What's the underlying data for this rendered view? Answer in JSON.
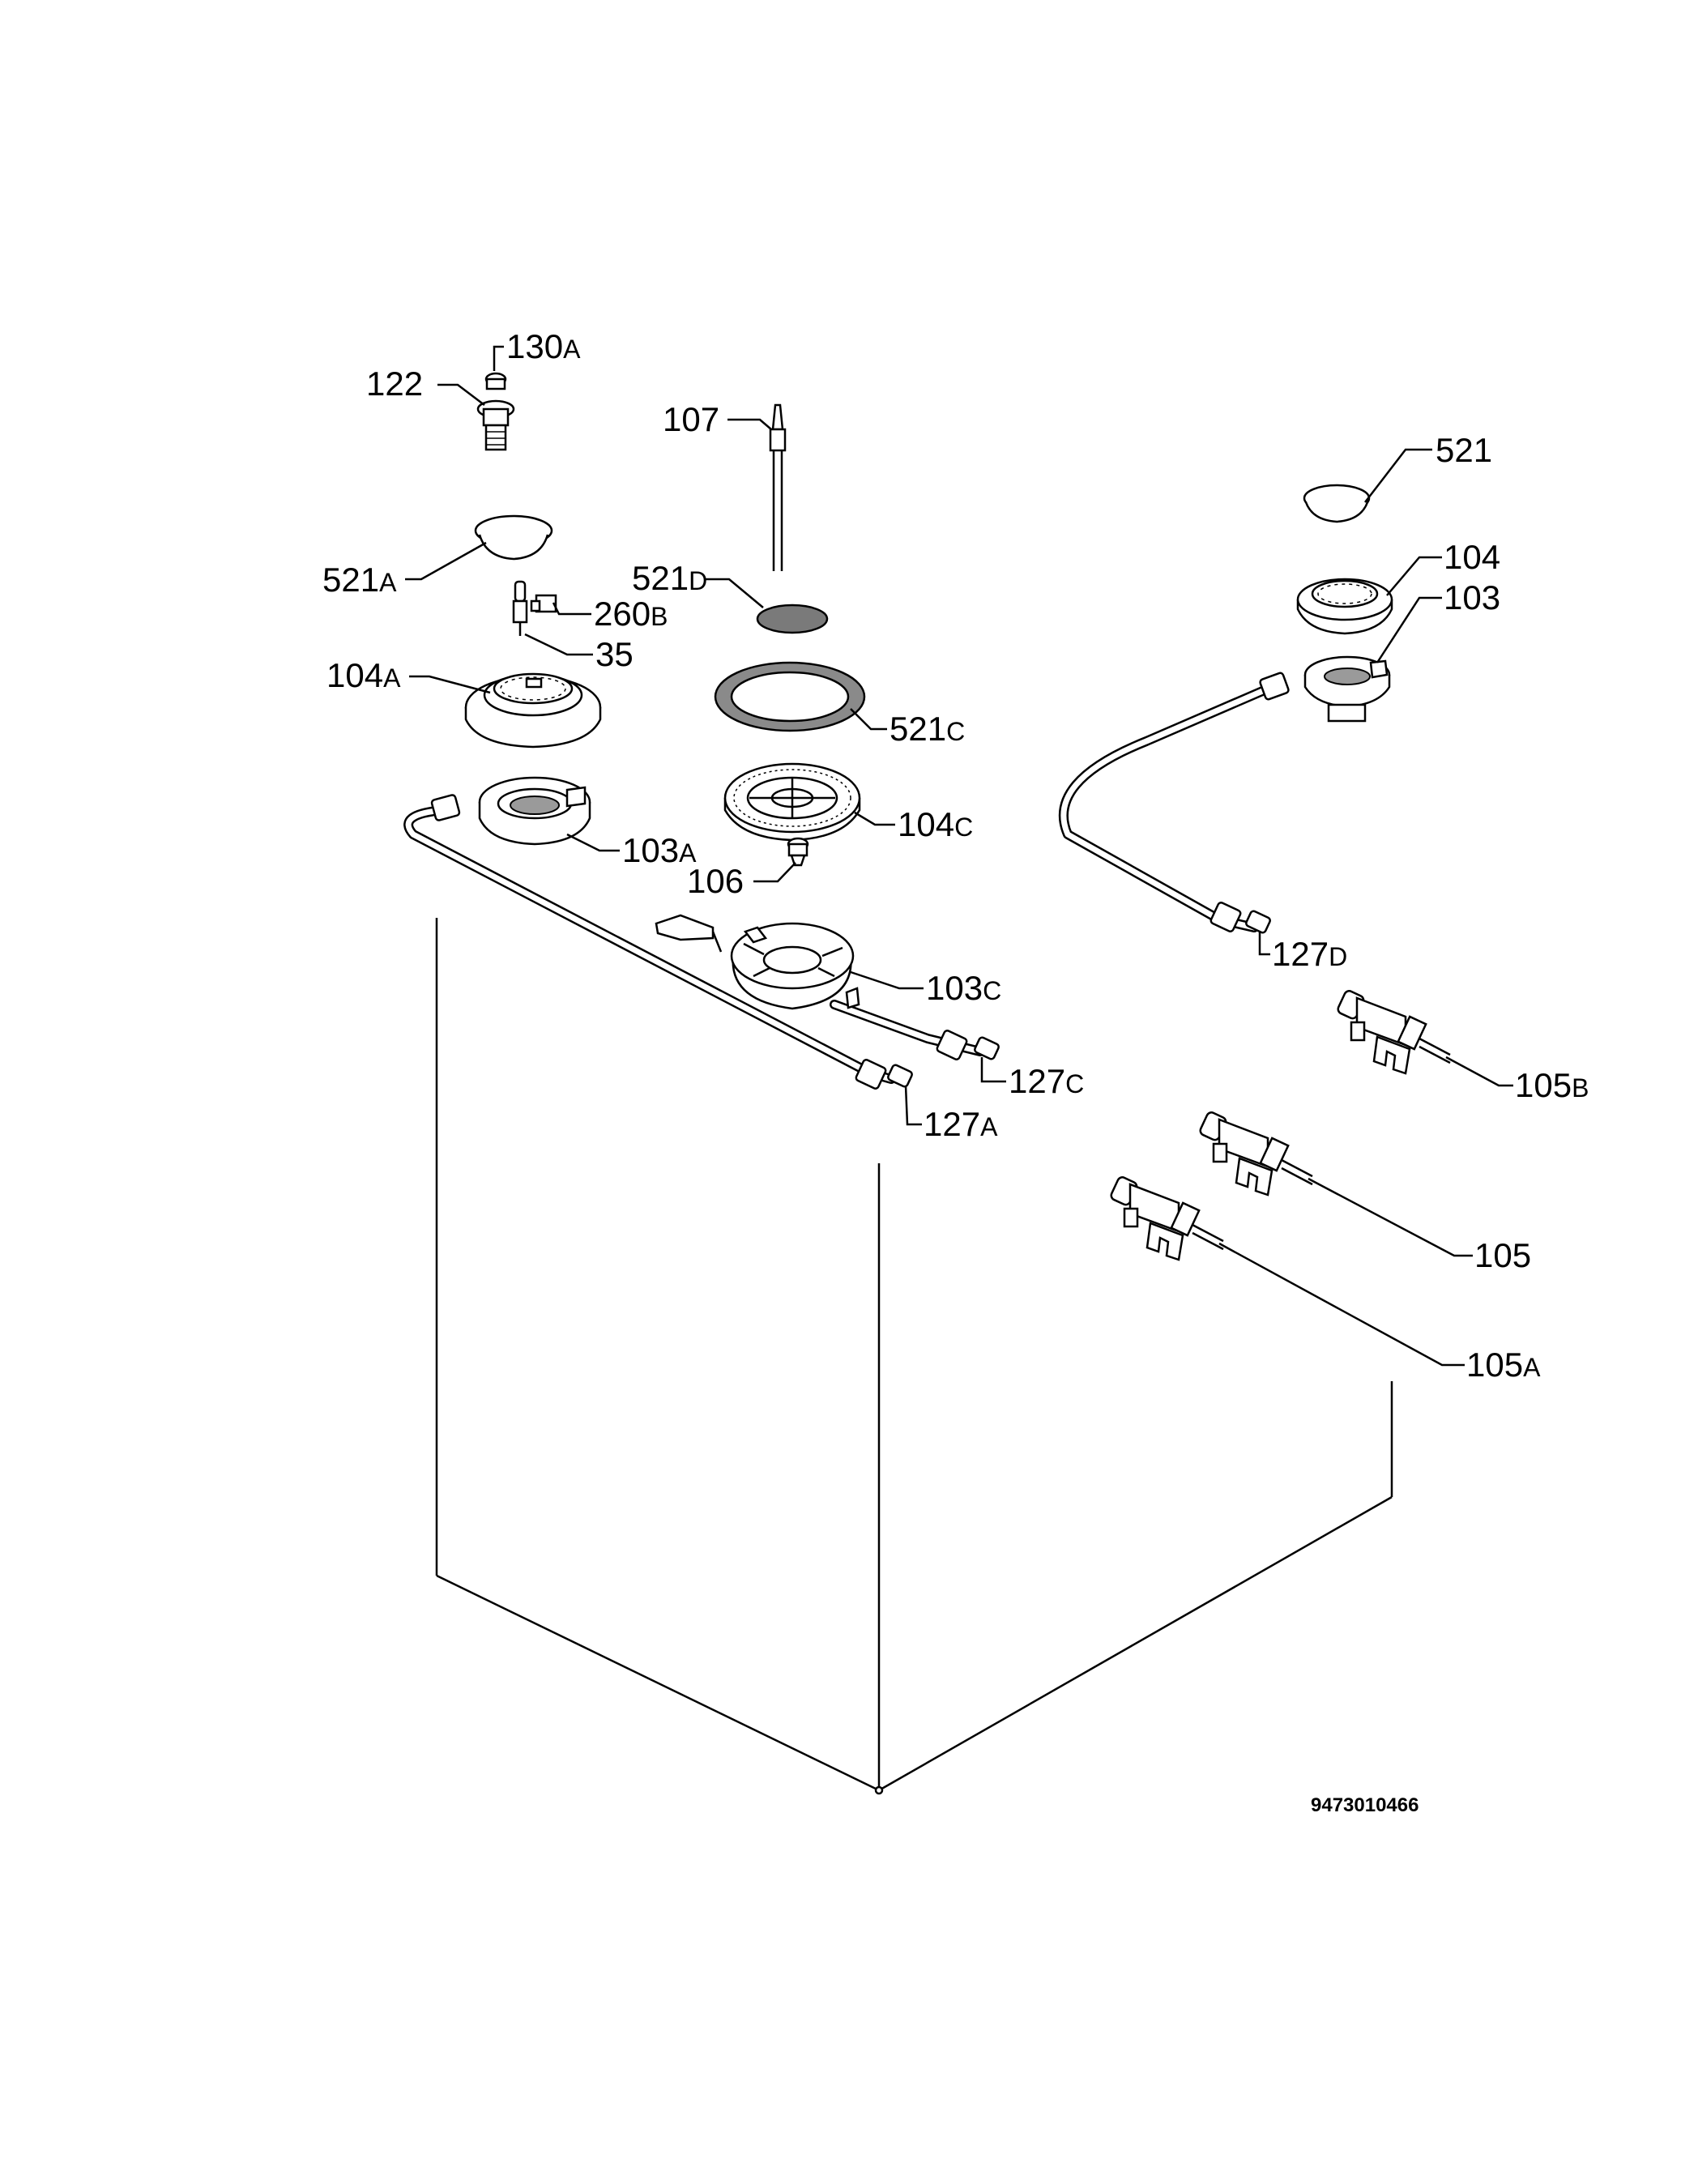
{
  "labels": [
    {
      "id": "130a",
      "num": "130",
      "suf": "A"
    },
    {
      "id": "122",
      "num": "122",
      "suf": ""
    },
    {
      "id": "107",
      "num": "107",
      "suf": ""
    },
    {
      "id": "521",
      "num": "521",
      "suf": ""
    },
    {
      "id": "521a",
      "num": "521",
      "suf": "A"
    },
    {
      "id": "521d",
      "num": "521",
      "suf": "D"
    },
    {
      "id": "260b",
      "num": "260",
      "suf": "B"
    },
    {
      "id": "35",
      "num": "35",
      "suf": ""
    },
    {
      "id": "104",
      "num": "104",
      "suf": ""
    },
    {
      "id": "103",
      "num": "103",
      "suf": ""
    },
    {
      "id": "104a",
      "num": "104",
      "suf": "A"
    },
    {
      "id": "521c",
      "num": "521",
      "suf": "C"
    },
    {
      "id": "104c",
      "num": "104",
      "suf": "C"
    },
    {
      "id": "103a",
      "num": "103",
      "suf": "A"
    },
    {
      "id": "106",
      "num": "106",
      "suf": ""
    },
    {
      "id": "127d",
      "num": "127",
      "suf": "D"
    },
    {
      "id": "103c",
      "num": "103",
      "suf": "C"
    },
    {
      "id": "105b",
      "num": "105",
      "suf": "B"
    },
    {
      "id": "127c",
      "num": "127",
      "suf": "C"
    },
    {
      "id": "127a",
      "num": "127",
      "suf": "A"
    },
    {
      "id": "105",
      "num": "105",
      "suf": ""
    },
    {
      "id": "105a",
      "num": "105",
      "suf": "A"
    }
  ],
  "doc_number": "9473010466"
}
